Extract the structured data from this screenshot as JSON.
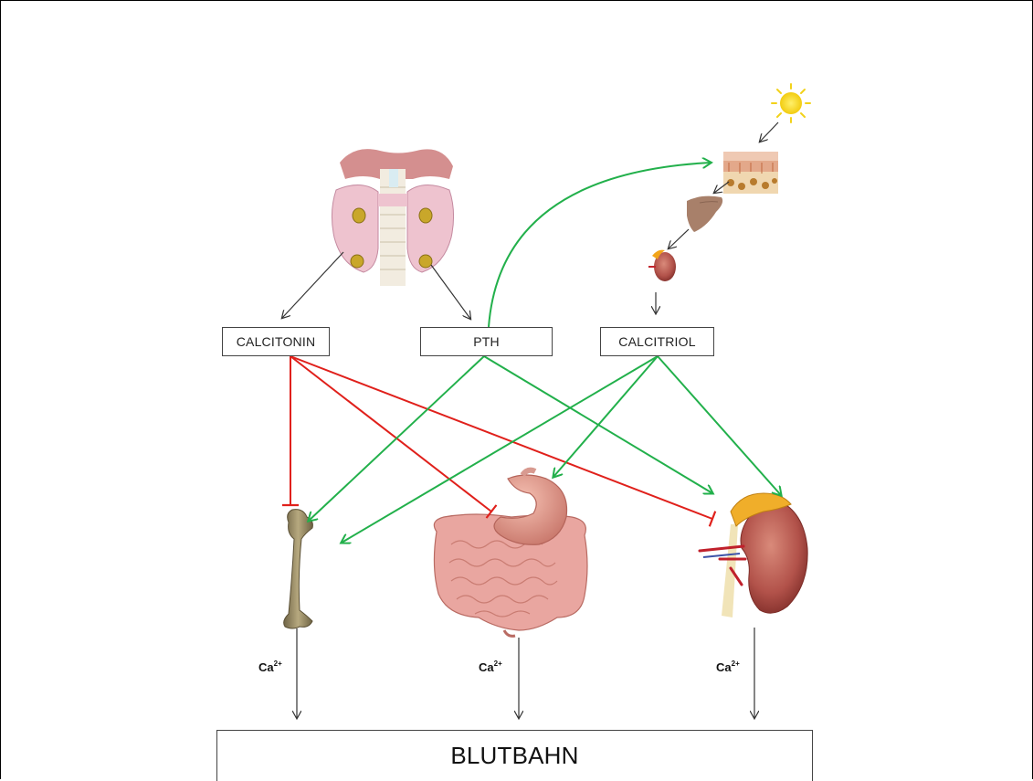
{
  "hormones": {
    "calcitonin": "CALCITONIN",
    "pth": "PTH",
    "calcitriol": "CALCITRIOL"
  },
  "target": "BLUTBAHN",
  "calcium": {
    "base": "Ca",
    "charge": "2+"
  },
  "colors": {
    "stimulate": "#22b04b",
    "inhibit": "#e0201b",
    "flow": "#333333"
  },
  "icons": [
    "sun-icon",
    "skin-icon",
    "liver-icon",
    "small-kidney-icon",
    "thyroid-icon",
    "bone-icon",
    "intestine-icon",
    "kidney-icon"
  ]
}
